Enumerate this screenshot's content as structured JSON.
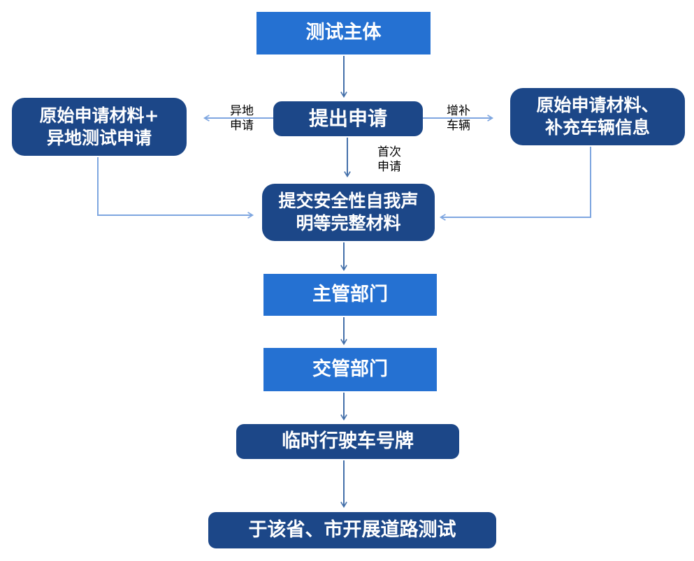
{
  "diagram_type": "flowchart",
  "colors": {
    "light_blue_box": "#2571d2",
    "navy_box": "#1c4788",
    "arrow_dark": "#4470aa",
    "arrow_light": "#7ea6e0",
    "box_text": "#ffffff",
    "edge_label_text": "#000000"
  },
  "nodes": {
    "test_subject": {
      "label": "测试主体"
    },
    "submit_application": {
      "label": "提出申请"
    },
    "remote_materials": {
      "label": "原始申请材料+\n异地测试申请"
    },
    "supplement_materials": {
      "label": "原始申请材料、\n补充车辆信息"
    },
    "complete_materials": {
      "label": "提交安全性自我声\n明等完整材料"
    },
    "competent_dept": {
      "label": "主管部门"
    },
    "traffic_dept": {
      "label": "交管部门"
    },
    "temporary_plate": {
      "label": "临时行驶车号牌"
    },
    "road_test": {
      "label": "于该省、市开展道路测试"
    }
  },
  "edge_labels": {
    "remote_application": "异地\n申请",
    "supplementary_vehicles": "增补\n车辆",
    "first_application": "首次\n申请"
  }
}
